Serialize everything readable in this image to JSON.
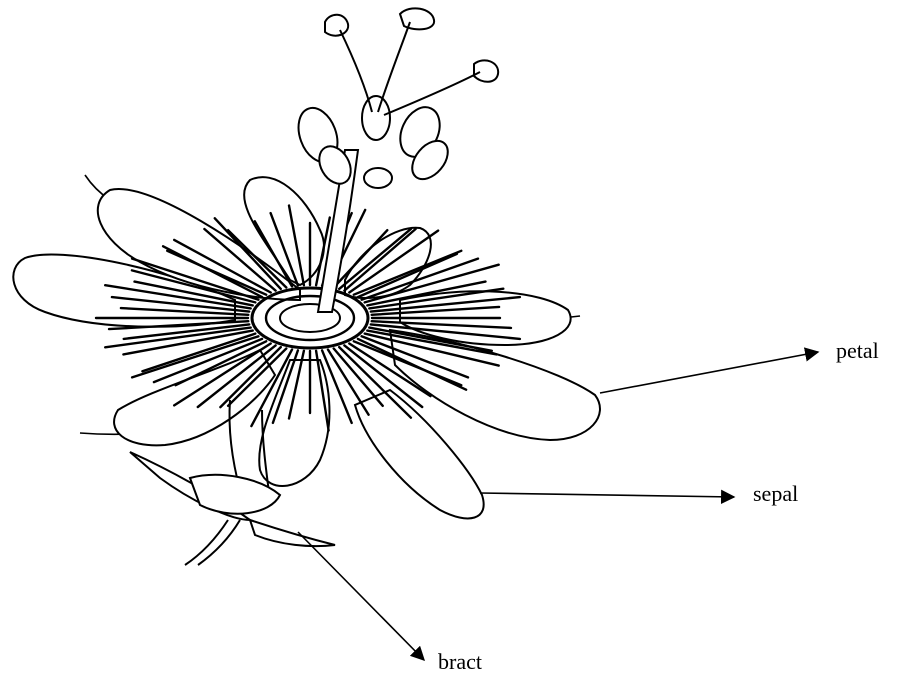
{
  "labels": {
    "petal": "petal",
    "sepal": "sepal",
    "bract": "bract"
  },
  "figure": {
    "subject": "passion flower",
    "line_color": "#000000",
    "background": "#ffffff"
  }
}
